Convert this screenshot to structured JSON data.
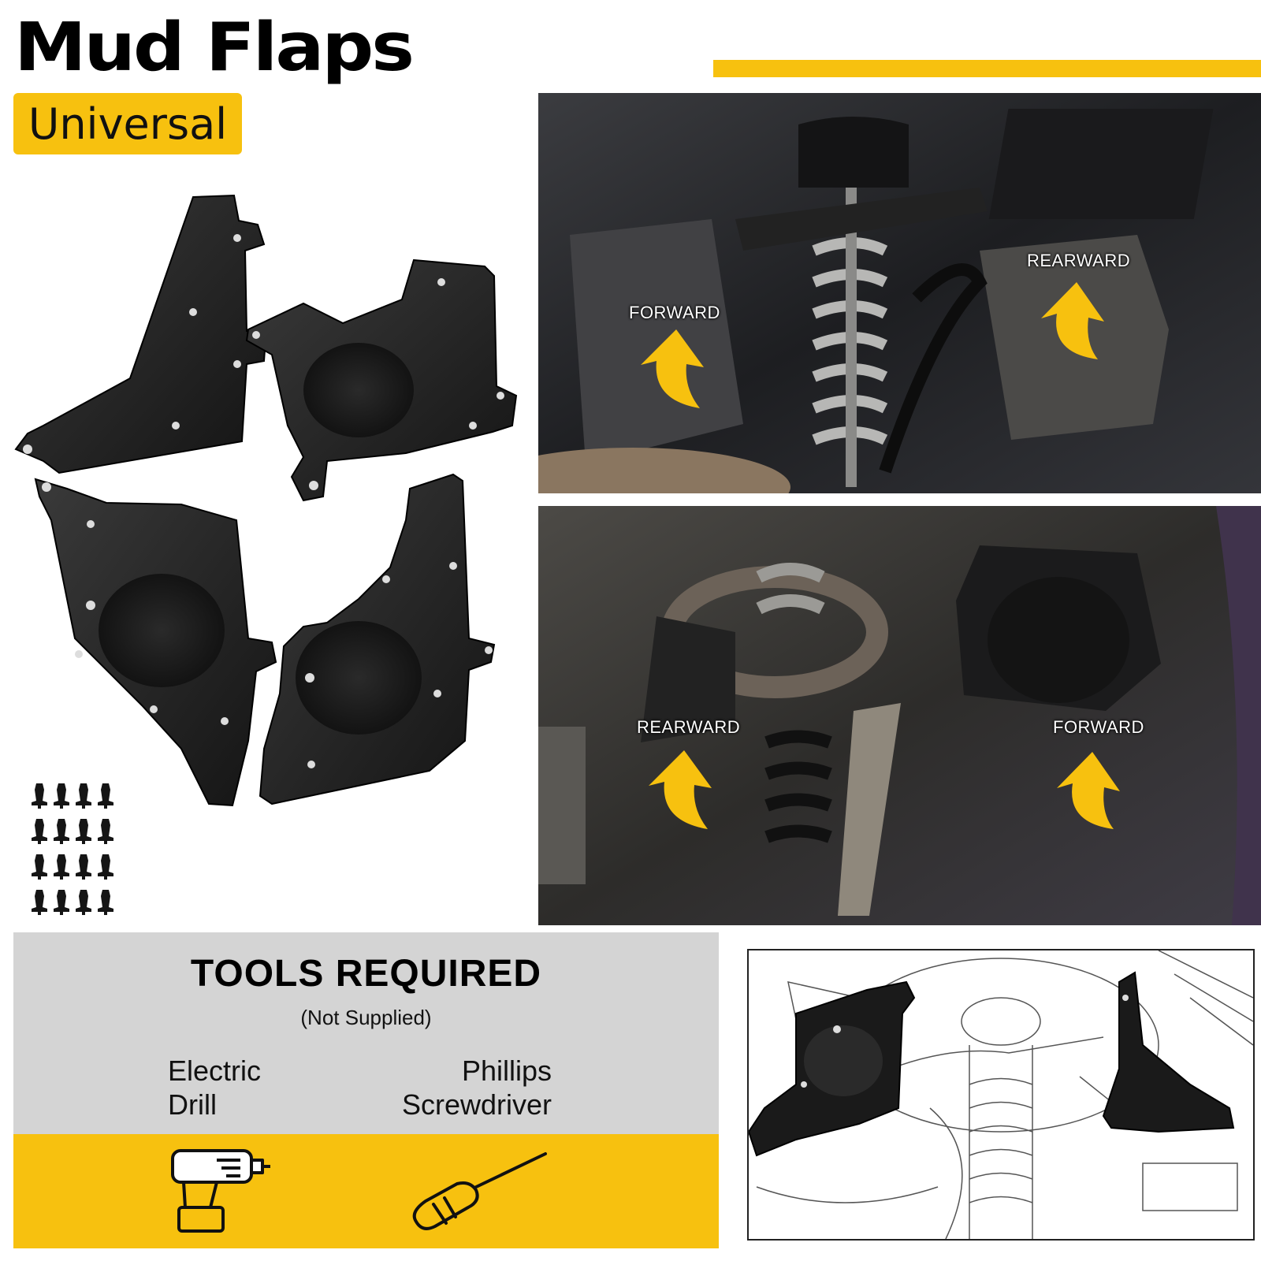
{
  "header": {
    "title": "Mud Flaps",
    "badge": "Universal"
  },
  "photos": {
    "top": {
      "labels": [
        "FORWARD",
        "REARWARD"
      ]
    },
    "bottom": {
      "labels": [
        "REARWARD",
        "FORWARD"
      ]
    }
  },
  "tools": {
    "title": "TOOLS REQUIRED",
    "subtitle": "(Not Supplied)",
    "left_tool_line1": "Electric",
    "left_tool_line2": "Drill",
    "right_tool_line1": "Phillips",
    "right_tool_line2": "Screwdriver"
  },
  "icons": [
    "drill-icon",
    "screwdriver-icon"
  ],
  "colors": {
    "accent": "#f7c10f",
    "panel_gray": "#d4d4d4",
    "text": "#000000"
  }
}
